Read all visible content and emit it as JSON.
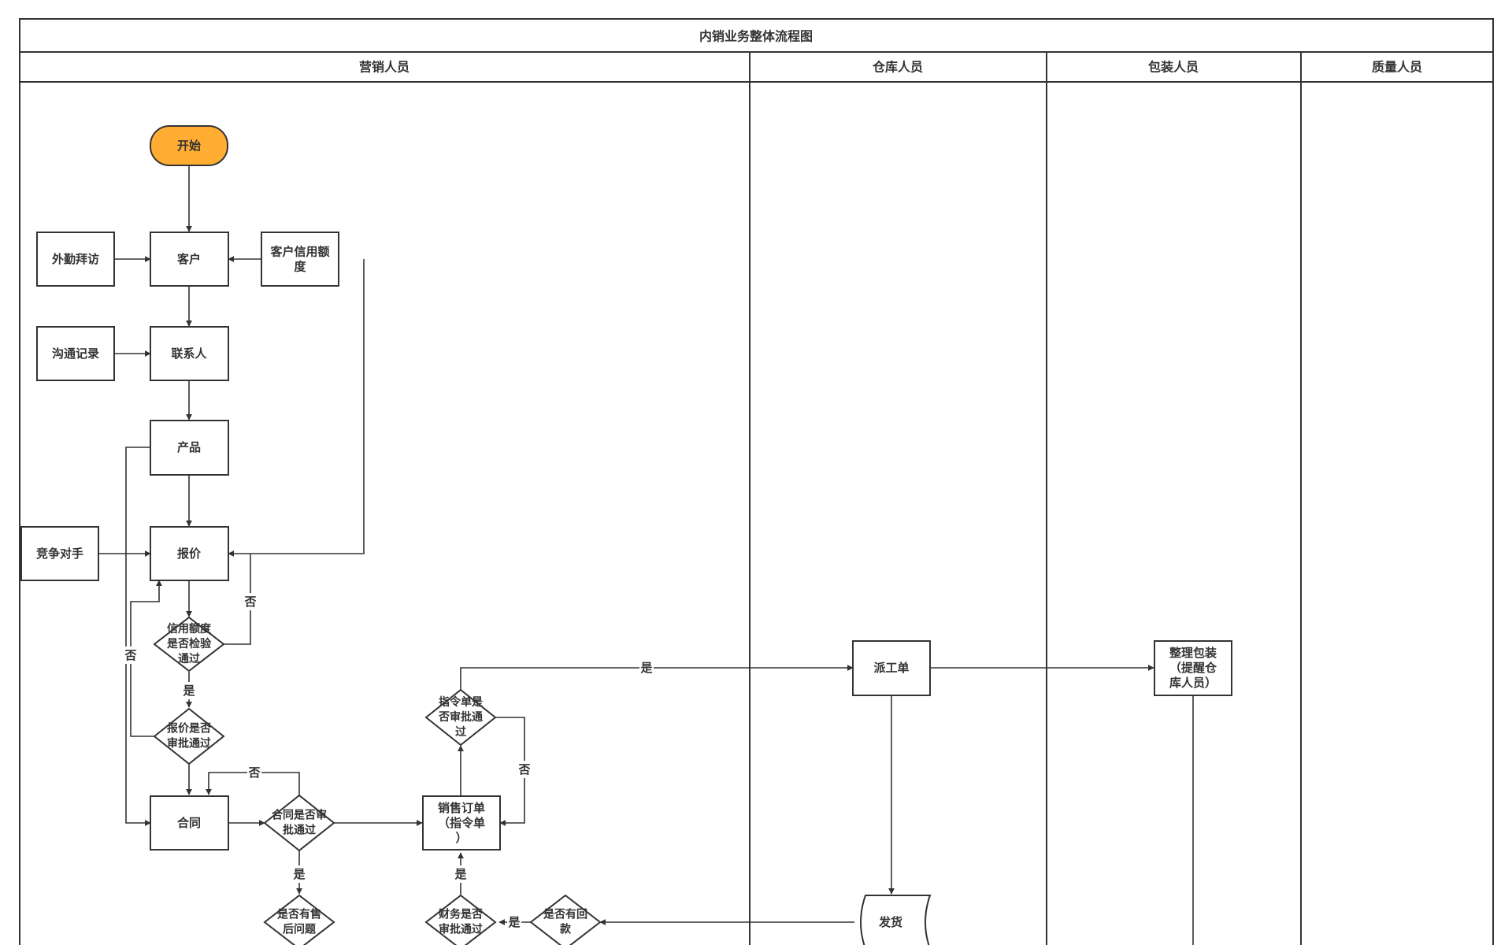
{
  "title": "内销业务整体流程图",
  "lanes": [
    "营销人员",
    "仓库人员",
    "包装人员",
    "质量人员"
  ],
  "colors": {
    "start_fill": "#FFAD33",
    "line": "#333333",
    "background": "#FFFFFF"
  },
  "nodes": {
    "start": "开始",
    "field_visit": "外勤拜访",
    "customer": "客户",
    "credit_limit": "客户信用额度",
    "comm_record": "沟通记录",
    "contact": "联系人",
    "product": "产品",
    "competitor": "竞争对手",
    "quote": "报价",
    "credit_check": "信用额度是否检验通过",
    "quote_approval": "报价是否审批通过",
    "contract": "合同",
    "contract_approval": "合同是否审批通过",
    "after_sales": "是否有售后问题",
    "sales_order": "销售订单（指令单）",
    "order_approval": "指令单是否审批通过",
    "finance_approval": "财务是否审批通过",
    "payment_check": "是否有回款",
    "dispatch": "派工单",
    "packing": "整理包装（提醒仓库人员）",
    "ship": "发货"
  },
  "edge_labels": {
    "yes": "是",
    "no": "否"
  }
}
